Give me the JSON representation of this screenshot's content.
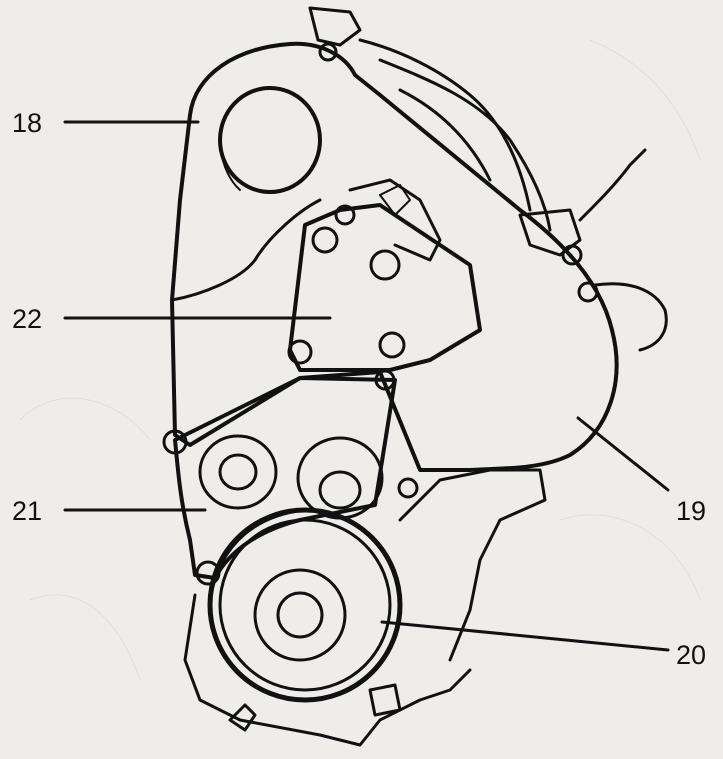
{
  "diagram": {
    "callouts": [
      {
        "id": "18",
        "label": "18"
      },
      {
        "id": "19",
        "label": "19"
      },
      {
        "id": "20",
        "label": "20"
      },
      {
        "id": "21",
        "label": "21"
      },
      {
        "id": "22",
        "label": "22"
      }
    ]
  }
}
